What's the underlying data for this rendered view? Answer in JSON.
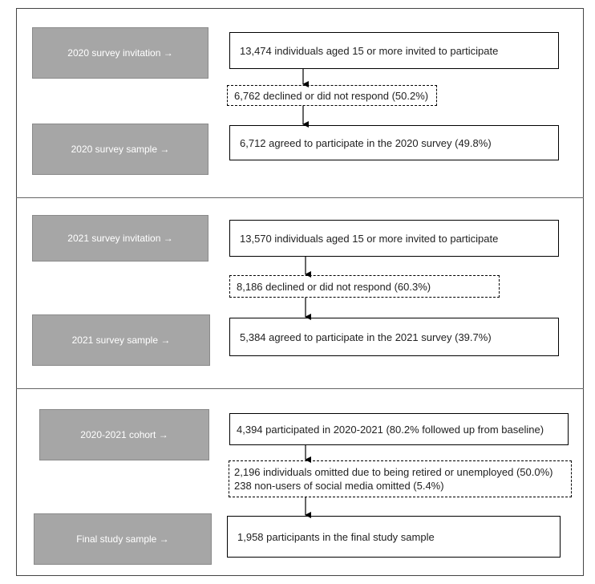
{
  "section_2020": {
    "invitation_label": "2020 survey invitation →",
    "invitation_text": "13,474 individuals aged 15 or more invited to participate",
    "declined_text": "6,762 declined or did not respond (50.2%)",
    "sample_label": "2020 survey sample →",
    "sample_text": "6,712 agreed to participate in the 2020 survey (49.8%)"
  },
  "section_2021": {
    "invitation_label": "2021 survey invitation →",
    "invitation_text": "13,570 individuals aged 15 or more invited to participate",
    "declined_text": "8,186 declined or did not respond (60.3%)",
    "sample_label": "2021 survey sample →",
    "sample_text": "5,384 agreed to participate in the 2021 survey (39.7%)"
  },
  "section_cohort": {
    "cohort_label": "2020-2021 cohort →",
    "cohort_text": "4,394 participated in 2020-2021 (80.2% followed up from baseline)",
    "omitted_line1": "2,196 individuals omitted due to being retired or unemployed (50.0%)",
    "omitted_line2": "238 non-users of social media omitted (5.4%)",
    "final_label": "Final study sample →",
    "final_text": "1,958 participants in the final study sample"
  },
  "colors": {
    "label_fill": "#a6a6a6",
    "label_text": "#ffffff",
    "box_border": "#000000"
  }
}
